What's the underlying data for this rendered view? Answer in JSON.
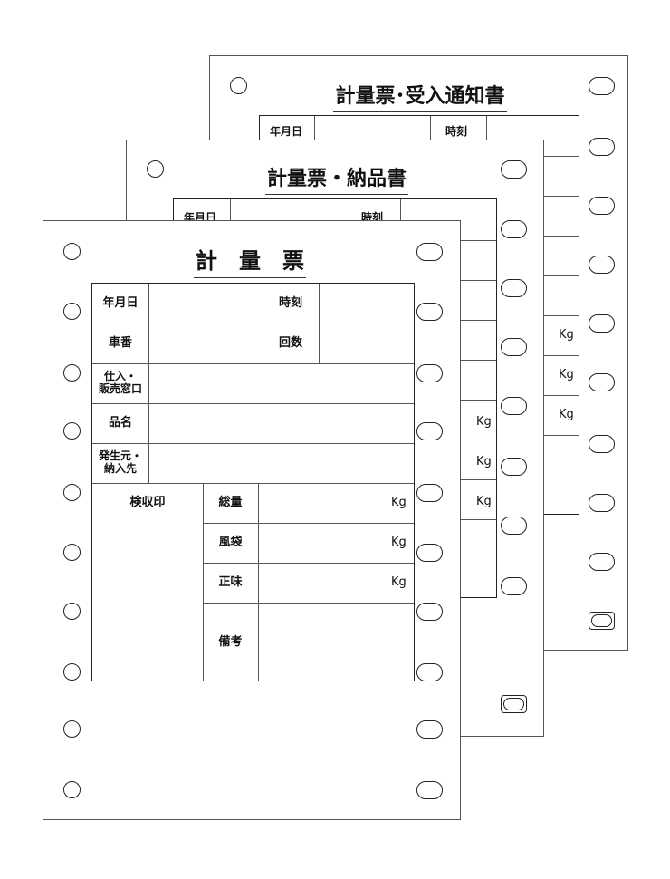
{
  "sheet3": {
    "title": "計量票･受入通知書"
  },
  "sheet2": {
    "title": "計量票・納品書"
  },
  "sheet1": {
    "title": "計　量　票",
    "labels": {
      "date": "年月日",
      "time": "時刻",
      "vehicle": "車番",
      "count": "回数",
      "vendor_line1": "仕入・",
      "vendor_line2": "販売窓口",
      "item": "品名",
      "origin_line1": "発生元・",
      "origin_line2": "納入先",
      "inspection": "検収印",
      "gross": "総量",
      "tare": "風袋",
      "net": "正味",
      "remarks": "備考"
    },
    "unit": "Kg"
  },
  "peek": {
    "date": "年月日",
    "time": "時刻",
    "unit": "Kg"
  }
}
